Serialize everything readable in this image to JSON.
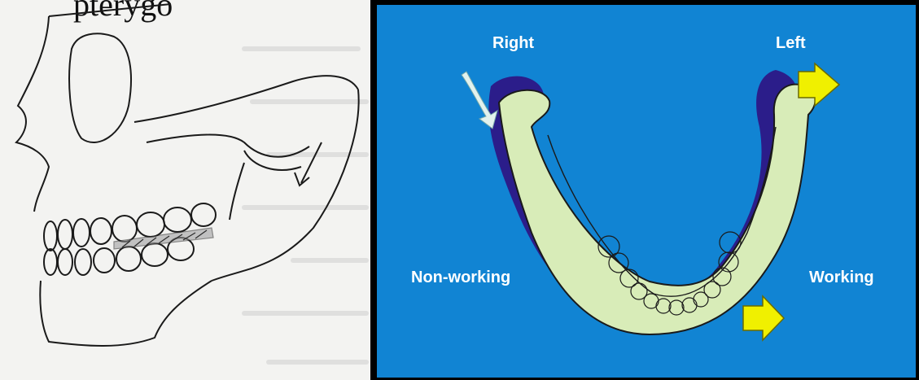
{
  "left_figure": {
    "page_text": "pterygo"
  },
  "right_figure": {
    "colors": {
      "background": "#1184d3",
      "mandible_fill": "#d8ecb8",
      "shadow_fill": "#2b1d8a",
      "arrow_fill": "#f0f000"
    },
    "labels": {
      "right": "Right",
      "left": "Left",
      "non_working": "Non-working",
      "working": "Working"
    }
  }
}
